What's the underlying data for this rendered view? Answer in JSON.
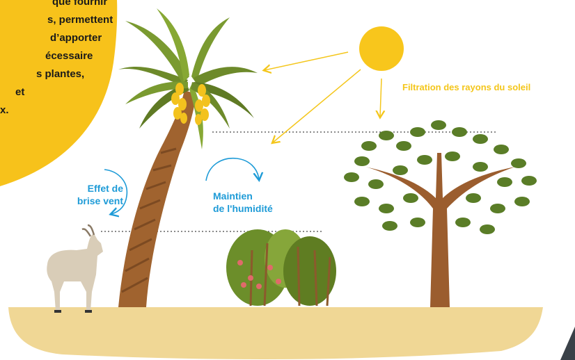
{
  "callout": {
    "lines": [
      "que fournir",
      "s, permettent",
      "d’apporter",
      "écessaire",
      "s plantes,",
      "et",
      "x."
    ],
    "color": "#f7c21b"
  },
  "labels": {
    "filtration": "Filtration des rayons du soleil",
    "brise_vent": [
      "Effet de",
      "brise vent"
    ],
    "humidite": [
      "Maintien",
      "de l'humidité"
    ]
  },
  "colors": {
    "sun": "#f8c61c",
    "accent_blue": "#1e9bd7",
    "ground": "#f0d795",
    "arrow": "#f4c61b"
  },
  "icons": [
    "sun-icon",
    "palm-tree-icon",
    "tree-icon",
    "goat-icon",
    "shrub-icon",
    "curved-arrow-icon"
  ]
}
